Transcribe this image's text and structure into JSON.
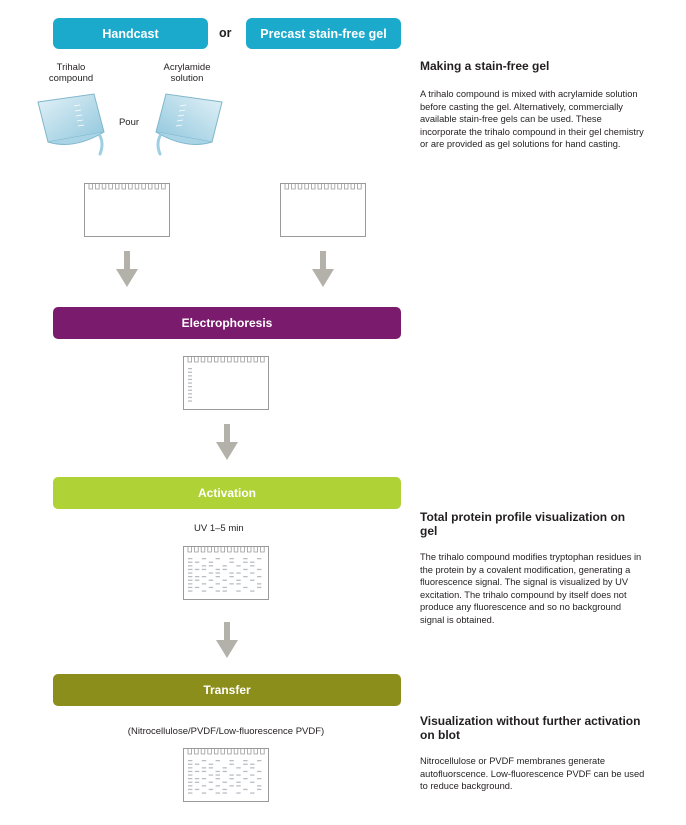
{
  "colors": {
    "handcast": "#1ba9cc",
    "precast": "#1ba9cc",
    "electrophoresis": "#7b1b6e",
    "activation": "#afd236",
    "transfer": "#8c8e1c",
    "arrow": "#b3b1a9",
    "gel_border": "#9a9a9a",
    "band": "#b9bec4"
  },
  "top": {
    "handcast_label": "Handcast",
    "or_label": "or",
    "precast_label": "Precast stain-free gel",
    "trihalo_label": "Trihalo\ncompound",
    "acrylamide_label": "Acrylamide\nsolution",
    "pour_label": "Pour"
  },
  "steps": {
    "electrophoresis_label": "Electrophoresis",
    "activation_label": "Activation",
    "uv_label": "UV 1–5 min",
    "transfer_label": "Transfer",
    "membrane_label": "(Nitrocellulose/PVDF/Low-fluorescence PVDF)"
  },
  "sections": [
    {
      "heading": "Making a stain-free gel",
      "body": "A trihalo compound is mixed with acrylamide solution before casting the gel. Alternatively, commercially available stain-free gels can be used. These incorporate the trihalo compound in their gel chemistry or are provided as gel solutions for hand casting."
    },
    {
      "heading": "Total protein profile visualization on gel",
      "body": "The trihalo compound modifies tryptophan residues in the protein by a covalent modification, generating a fluorescence signal. The signal is visualized by UV excitation. The trihalo compound by itself does not produce any fluorescence and so no background signal is obtained."
    },
    {
      "heading": "Visualization without further activation on blot",
      "body": "Nitrocellulose or PVDF membranes generate autofluorscence. Low-fluorescence PVDF can be used to reduce background."
    }
  ]
}
